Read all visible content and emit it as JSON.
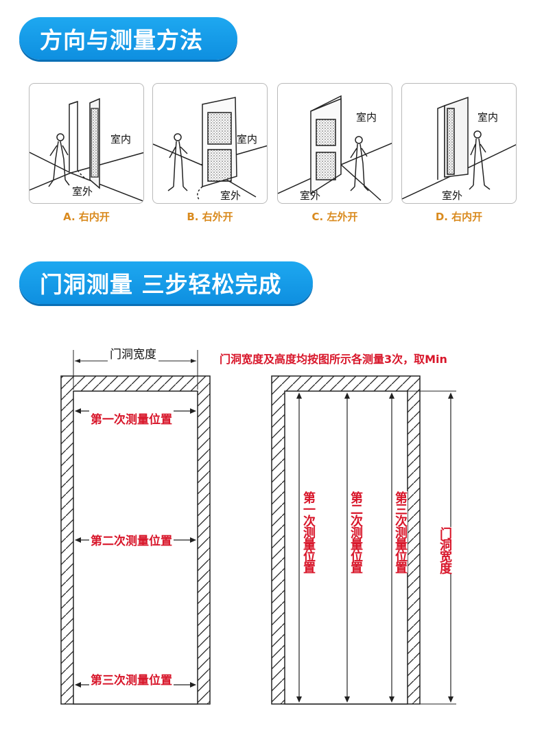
{
  "section1": {
    "title": "方向与测量方法",
    "cards": [
      {
        "label_in": "室内",
        "label_out": "室外",
        "caption": "A. 右内开"
      },
      {
        "label_in": "室内",
        "label_out": "室外",
        "caption": "B. 右外开"
      },
      {
        "label_in": "室内",
        "label_out": "室外",
        "caption": "C. 左外开"
      },
      {
        "label_in": "室内",
        "label_out": "室外",
        "caption": "D. 右内开"
      }
    ]
  },
  "section2": {
    "title": "门洞测量  三步轻松完成",
    "left_diagram": {
      "width_label": "门洞宽度",
      "pos1": "第一次测量位置",
      "pos2": "第二次测量位置",
      "pos3": "第三次测量位置"
    },
    "right_diagram": {
      "note": "门洞宽度及高度均按图所示各测量3次，取Min",
      "pos1": "第一次测量位置",
      "pos2": "第二次测量位置",
      "pos3": "第三次测量位置",
      "height_label": "门洞宽度"
    }
  },
  "colors": {
    "banner": "#1ea8f0",
    "caption": "#d98a1e",
    "red": "#d8162a"
  }
}
